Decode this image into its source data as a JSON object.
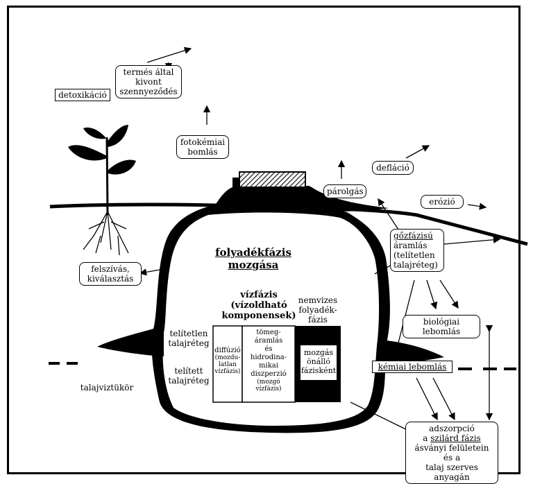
{
  "labels": {
    "detox": "detoxikáció",
    "crop_1": "termés által",
    "crop_2": "kivont",
    "crop_3": "szennyeződés",
    "photo_1": "fotokémiai",
    "photo_2": "bomlás",
    "evaporation": "párolgás",
    "deflation": "defláció",
    "erosion": "erózió",
    "vapor_1": "gőzfázisú",
    "vapor_2": "áramlás",
    "vapor_3": "(telítetlen",
    "vapor_4": "talajréteg)",
    "uptake_1": "felszívás,",
    "uptake_2": "kiválasztás",
    "liquid_1": "folyadékfázis",
    "liquid_2": "mozgása",
    "water_1": "vízfázis",
    "water_2": "(vízoldható",
    "water_3": "komponensek)",
    "nonaq_1": "nemvizes",
    "nonaq_2": "folyadék-",
    "nonaq_3": "fázis",
    "unsat_1": "telítetlen",
    "unsat_2": "talajréteg",
    "sat_1": "telített",
    "sat_2": "talajréteg",
    "diff_1": "diffúzió",
    "diff_2": "(mozdu-",
    "diff_3": "latlan",
    "diff_4": "vízfázis)",
    "adv_1": "tömeg-",
    "adv_2": "áramlás",
    "adv_3": "és",
    "adv_4": "hidrodina-",
    "adv_5": "mikai",
    "adv_6": "diszperzió",
    "adv_7": "(mozgó",
    "adv_8": "vízfázis)",
    "phase_1": "mozgás",
    "phase_2": "önálló",
    "phase_3": "fázisként",
    "groundwater": "talajviztükör",
    "bio": "biológiai lebomlás",
    "chem": "kémiai lebomlás",
    "ads_1": "adszorpció",
    "ads_2a": "a ",
    "ads_2b": "szilárd fázis",
    "ads_3": "ásványi felületein és a",
    "ads_4": "talaj szerves anyagán"
  },
  "colors": {
    "ink": "#000000",
    "background": "#ffffff"
  }
}
